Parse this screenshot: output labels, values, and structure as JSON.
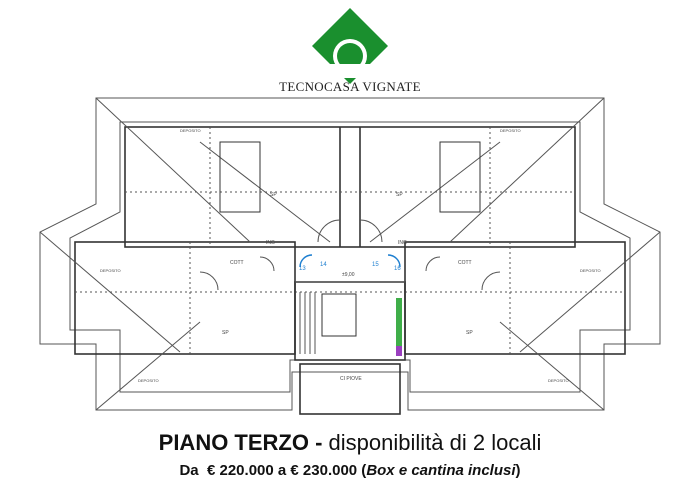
{
  "brand": {
    "name": "TECNOCASA VIGNATE",
    "logo_color": "#1a8f2e"
  },
  "plan": {
    "labels": {
      "deposito": "DEPOSITO",
      "sp": "SP",
      "ing": "ING",
      "cott": "COTT",
      "ci_piove": "CI PIOVE",
      "scale_label": "±9,00"
    },
    "room_numbers": [
      "13",
      "14",
      "15",
      "16"
    ],
    "accent_color": "#1e7fd0"
  },
  "title": {
    "main": "PIANO TERZO",
    "separator": " - ",
    "sub": "disponibilità di 2 locali"
  },
  "price": {
    "prefix": "Da  ",
    "from": "€ 220.000",
    "mid": " a ",
    "to": "€ 230.000",
    "note_open": " (",
    "note": "Box e cantina inclusi",
    "note_close": ")"
  }
}
